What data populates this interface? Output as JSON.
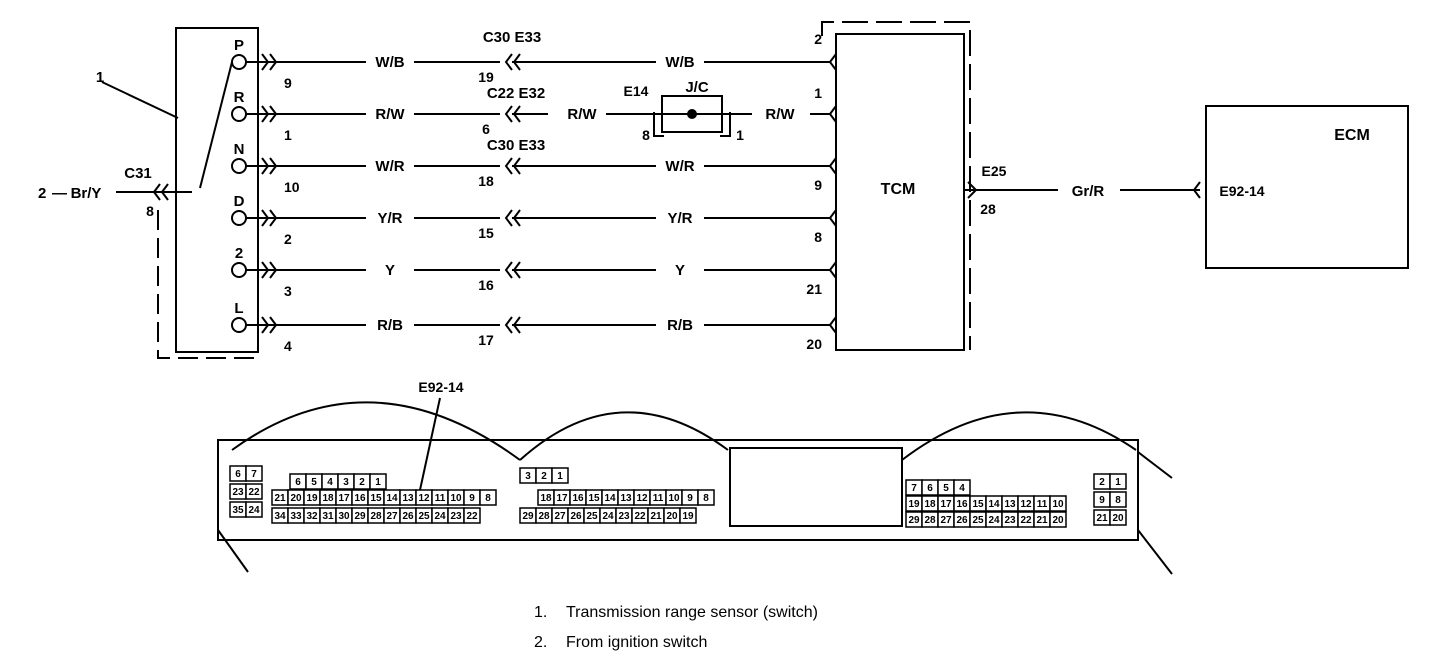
{
  "sensor": {
    "callout": "1",
    "positions": [
      "P",
      "R",
      "N",
      "D",
      "2",
      "L"
    ],
    "pins": [
      "9",
      "1",
      "10",
      "2",
      "3",
      "4"
    ],
    "feed": {
      "label": "2",
      "wire": "Br/Y",
      "connector": "C31",
      "pin": "8"
    }
  },
  "wires": [
    {
      "left_color": "W/B",
      "mid_label": "19",
      "right_color": "W/B",
      "tcm_pin": "2"
    },
    {
      "left_color": "R/W",
      "mid_label": "6",
      "right_color": "R/W",
      "tcm_pin": "1"
    },
    {
      "left_color": "W/R",
      "mid_label": "18",
      "right_color": "W/R",
      "tcm_pin": "9"
    },
    {
      "left_color": "Y/R",
      "mid_label": "15",
      "right_color": "Y/R",
      "tcm_pin": "8"
    },
    {
      "left_color": "Y",
      "mid_label": "16",
      "right_color": "Y",
      "tcm_pin": "21"
    },
    {
      "left_color": "R/B",
      "mid_label": "17",
      "right_color": "R/B",
      "tcm_pin": "20"
    }
  ],
  "connectors": {
    "c30_e33_top": "C30 E33",
    "c22_e32": "C22 E32",
    "c30_e33_mid": "C30 E33"
  },
  "junction": {
    "name": "E14",
    "label": "J/C",
    "left_pin": "8",
    "right_pin": "1",
    "wire_right": "R/W"
  },
  "tcm": {
    "label": "TCM",
    "connector": "E25",
    "pin": "28"
  },
  "ecm": {
    "label": "ECM",
    "wire": "Gr/R",
    "pin": "E92-14"
  },
  "connector_view": {
    "callout": "E92-14",
    "block1_top": [
      "6",
      "7"
    ],
    "block1_mid": [
      "23",
      "22"
    ],
    "block1_bot": [
      "35",
      "24"
    ],
    "block2_top": [
      "6",
      "5",
      "4",
      "3",
      "2",
      "1"
    ],
    "block2_mid": [
      "21",
      "20",
      "19",
      "18",
      "17",
      "16",
      "15",
      "14",
      "13",
      "12",
      "11",
      "10",
      "9",
      "8"
    ],
    "block2_bot": [
      "34",
      "33",
      "32",
      "31",
      "30",
      "29",
      "28",
      "27",
      "26",
      "25",
      "24",
      "23",
      "22"
    ],
    "block3_top": [
      "3",
      "2",
      "1"
    ],
    "block3_mid": [
      "18",
      "17",
      "16",
      "15",
      "14",
      "13",
      "12",
      "11",
      "10",
      "9",
      "8"
    ],
    "block3_bot": [
      "29",
      "28",
      "27",
      "26",
      "25",
      "24",
      "23",
      "22",
      "21",
      "20",
      "19"
    ],
    "block4_top": [
      "7",
      "6",
      "5",
      "4"
    ],
    "block4_mid": [
      "19",
      "18",
      "17",
      "16",
      "15",
      "14",
      "13",
      "12",
      "11",
      "10"
    ],
    "block4_bot": [
      "29",
      "28",
      "27",
      "26",
      "25",
      "24",
      "23",
      "22",
      "21",
      "20"
    ],
    "block5_top": [
      "2",
      "1"
    ],
    "block5_mid": [
      "9",
      "8"
    ],
    "block5_bot": [
      "21",
      "20"
    ]
  },
  "legend": [
    {
      "num": "1.",
      "text": "Transmission range sensor (switch)"
    },
    {
      "num": "2.",
      "text": "From ignition switch"
    }
  ]
}
